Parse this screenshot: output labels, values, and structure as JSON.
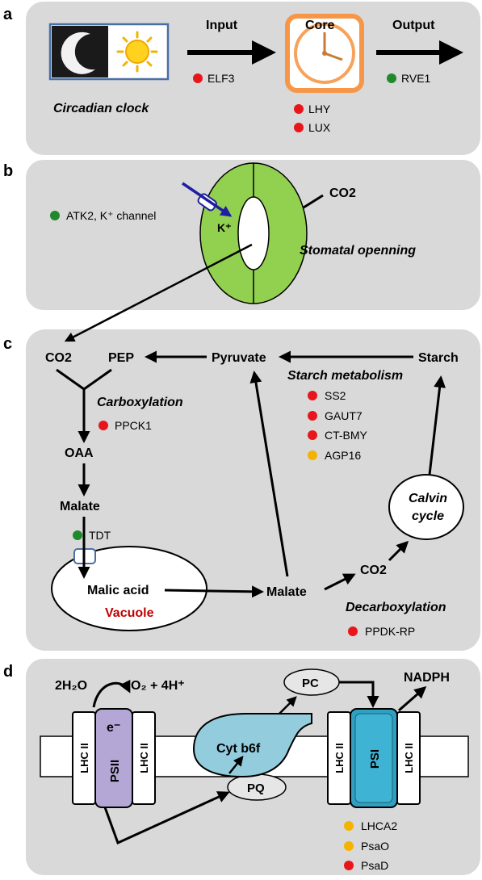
{
  "panel_a": {
    "letter": "a",
    "input": "Input",
    "core": "Core",
    "output": "Output",
    "title": "Circadian clock",
    "genes": {
      "elf3": {
        "label": "ELF3",
        "color": "#e8161b"
      },
      "rve1": {
        "label": "RVE1",
        "color": "#1f8a2b"
      },
      "lhy": {
        "label": "LHY",
        "color": "#e8161b"
      },
      "lux": {
        "label": "LUX",
        "color": "#e8161b"
      }
    }
  },
  "panel_b": {
    "letter": "b",
    "gene": {
      "label": "ATK2, K⁺ channel",
      "color": "#1f8a2b"
    },
    "kplus": "K⁺",
    "co2": "CO2",
    "title": "Stomatal openning"
  },
  "panel_c": {
    "letter": "c",
    "co2": "CO2",
    "pep": "PEP",
    "pyruvate": "Pyruvate",
    "starch": "Starch",
    "starch_metabolism": "Starch metabolism",
    "carboxylation": "Carboxylation",
    "oaa": "OAA",
    "malate_left": "Malate",
    "malic_acid": "Malic acid",
    "vacuole": "Vacuole",
    "malate_right": "Malate",
    "co2_right": "CO2",
    "calvin1": "Calvin",
    "calvin2": "cycle",
    "decarboxylation": "Decarboxylation",
    "genes": {
      "ppck1": {
        "label": "PPCK1",
        "color": "#e8161b"
      },
      "tdt": {
        "label": "TDT",
        "color": "#1f8a2b"
      },
      "ss2": {
        "label": "SS2",
        "color": "#e8161b"
      },
      "gaut7": {
        "label": "GAUT7",
        "color": "#e8161b"
      },
      "ctbmy": {
        "label": "CT-BMY",
        "color": "#e8161b"
      },
      "agp16": {
        "label": "AGP16",
        "color": "#f5b301"
      },
      "ppdkrp": {
        "label": "PPDK-RP",
        "color": "#e8161b"
      }
    }
  },
  "panel_d": {
    "letter": "d",
    "h2o": "2H₂O",
    "o2": "O₂ + 4H⁺",
    "eminus": "e⁻",
    "psii": "PSII",
    "lhcii": "LHC II",
    "cytb6f": "Cyt b6f",
    "pq": "PQ",
    "pc": "PC",
    "psi": "PSI",
    "nadph": "NADPH",
    "genes": {
      "lhca2": {
        "label": "LHCA2",
        "color": "#f5b301"
      },
      "psao": {
        "label": "PsaO",
        "color": "#f5b301"
      },
      "psad": {
        "label": "PsaD",
        "color": "#e8161b"
      }
    }
  },
  "colors": {
    "panel_bg": "#d9d9d9",
    "guard_cell": "#92d050",
    "clock_frame": "#f79646",
    "cyt_fill": "#93cddd",
    "psii_fill": "#b4a7d6",
    "psi_fill": "#31a0c0",
    "arrow_blue": "#1f1fa0",
    "vacuole_text": "#c00000"
  }
}
